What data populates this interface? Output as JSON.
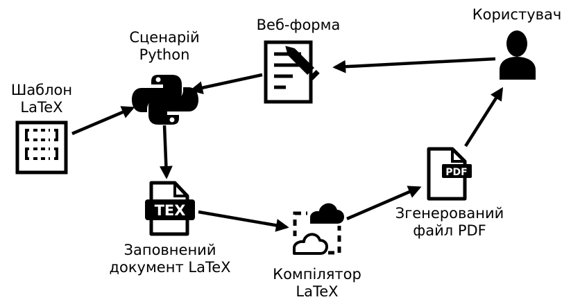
{
  "nodes": {
    "user": {
      "label": "Користувач",
      "icon": "user-icon"
    },
    "web_form": {
      "label": "Веб-форма",
      "icon": "web-form-icon"
    },
    "python_script": {
      "line1": "Сценарій",
      "line2": "Python",
      "icon": "python-icon"
    },
    "latex_template": {
      "line1": "Шаблон",
      "line2": "LaTeX",
      "icon": "template-icon"
    },
    "filled_document": {
      "line1": "Заповнений",
      "line2": "документ LaTeX",
      "icon": "tex-file-icon",
      "badge": "TEX"
    },
    "compiler": {
      "line1": "Компілятор",
      "line2": "LaTeX",
      "icon": "cloud-compiler-icon"
    },
    "generated_pdf": {
      "line1": "Згенерований",
      "line2": "файл PDF",
      "icon": "pdf-file-icon",
      "badge": "PDF"
    }
  },
  "edges": [
    {
      "from": "user",
      "to": "web_form"
    },
    {
      "from": "web_form",
      "to": "python_script"
    },
    {
      "from": "latex_template",
      "to": "python_script"
    },
    {
      "from": "python_script",
      "to": "filled_document"
    },
    {
      "from": "filled_document",
      "to": "compiler"
    },
    {
      "from": "compiler",
      "to": "generated_pdf"
    },
    {
      "from": "generated_pdf",
      "to": "user"
    }
  ],
  "colors": {
    "stroke": "#000000",
    "background": "#ffffff"
  }
}
